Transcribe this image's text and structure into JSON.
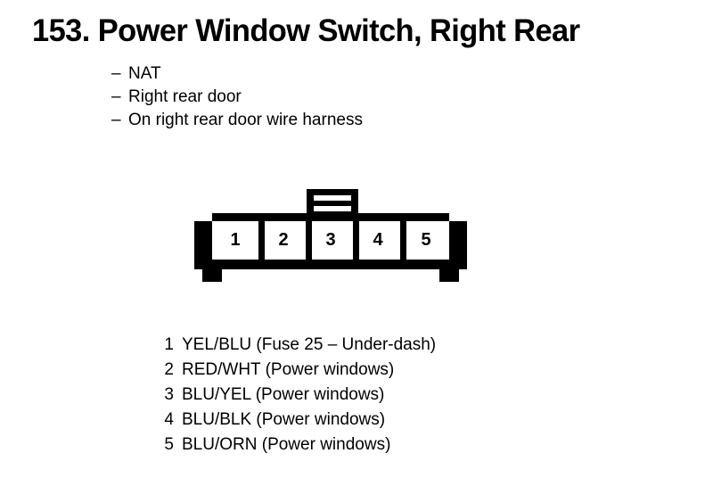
{
  "page": {
    "title": "153. Power Window Switch, Right Rear",
    "background_color": "#ffffff",
    "ink_color": "#000000"
  },
  "description": {
    "dash": "–",
    "items": [
      {
        "text": "NAT"
      },
      {
        "text": "Right rear door"
      },
      {
        "text": "On right rear door wire harness"
      }
    ]
  },
  "connector": {
    "type": "5-pin inline connector, front view",
    "pin_count": 5,
    "has_latch_tab": true,
    "latch_slot_count": 2,
    "pins": [
      {
        "number": "1"
      },
      {
        "number": "2"
      },
      {
        "number": "3"
      },
      {
        "number": "4"
      },
      {
        "number": "5"
      }
    ]
  },
  "pin_legend": {
    "rows": [
      {
        "number": "1",
        "description": "YEL/BLU (Fuse 25 – Under-dash)"
      },
      {
        "number": "2",
        "description": "RED/WHT (Power windows)"
      },
      {
        "number": "3",
        "description": "BLU/YEL (Power windows)"
      },
      {
        "number": "4",
        "description": "BLU/BLK (Power windows)"
      },
      {
        "number": "5",
        "description": "BLU/ORN (Power windows)"
      }
    ]
  }
}
